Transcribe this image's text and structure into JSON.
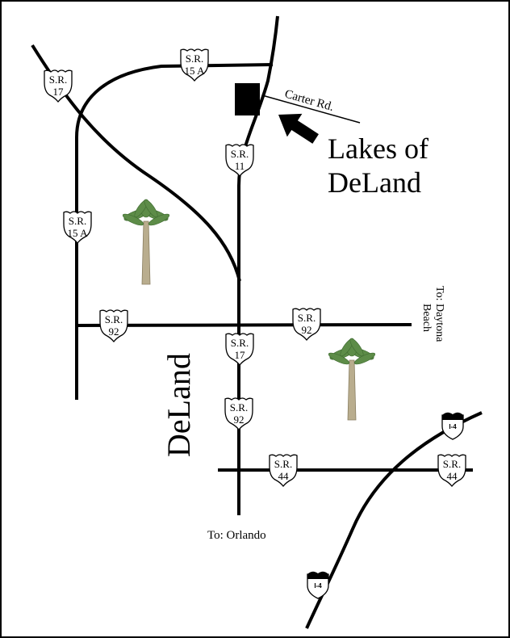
{
  "map": {
    "destination_title_line1": "Lakes of",
    "destination_title_line2": "DeLand",
    "city_label": "DeLand",
    "street_label": "Carter Rd.",
    "to_daytona_line1": "To: Daytona",
    "to_daytona_line2": "Beach",
    "to_orlando": "To: Orlando",
    "colors": {
      "ink": "#000000",
      "background": "#ffffff",
      "palm_trunk": "#b9ad8e",
      "palm_leaves": "#5d8c48"
    }
  },
  "shields": [
    {
      "line1": "S.R.",
      "line2": "17"
    },
    {
      "line1": "S.R.",
      "line2": "15 A"
    },
    {
      "line1": "S.R.",
      "line2": "11"
    },
    {
      "line1": "S.R.",
      "line2": "15 A"
    },
    {
      "line1": "S.R.",
      "line2": "92"
    },
    {
      "line1": "S.R.",
      "line2": "92"
    },
    {
      "line1": "S.R.",
      "line2": "17"
    },
    {
      "line1": "S.R.",
      "line2": "92"
    },
    {
      "line1": "S.R.",
      "line2": "44"
    },
    {
      "line1": "S.R.",
      "line2": "44"
    }
  ],
  "interstates": [
    {
      "label": "I-4"
    },
    {
      "label": "I-4"
    }
  ],
  "icons": [
    "palm-tree-icon",
    "arrow-icon",
    "destination-marker-icon",
    "interstate-shield-icon",
    "state-road-shield-icon"
  ]
}
